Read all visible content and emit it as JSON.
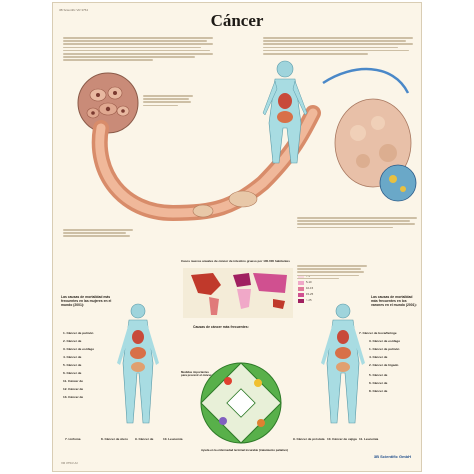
{
  "poster": {
    "code": "3B Scientific VR 3754",
    "title": "Cáncer",
    "map_heading": "Casos nuevos anuales de cáncer de intestino grueso por 100.000 habitantes",
    "map_ranges": [
      "< 5",
      "5-10",
      "10-15",
      "15-25",
      "> 25"
    ],
    "left_stats_heading": "Las causas de mortalidad más frecuentes en las mujeres en el mundo (2001):",
    "right_stats_heading": "Las causas de mortalidad más frecuentes en los varones en el mundo (2001):",
    "center_heading": "Causas de cáncer más frecuentes:",
    "measures_heading": "Medidas importantes para prevenir el cáncer",
    "support_heading": "Ayuda en la enfermedad terminal incurable (tratamiento paliativo)",
    "publisher": "3B Scientific GmbH",
    "bottom_code": "VR 3754 UU",
    "left_labels": [
      "1. Cáncer de pulmón",
      "2. Cáncer de",
      "3. Cáncer de esófago",
      "4. Cáncer de",
      "5. Cáncer de",
      "6. Cáncer de",
      "7. Linfoma",
      "8. Cáncer de útero",
      "9. Cáncer de",
      "10. Leucemia",
      "11. Cáncer de",
      "12. Cáncer de",
      "13. Cáncer de"
    ],
    "right_labels": [
      "7. Cáncer de boca/faringe",
      "3. Cáncer de esófago",
      "1. Cáncer de pulmón",
      "4. Cáncer de",
      "2. Cáncer de hígado",
      "5. Cáncer de",
      "6. Cáncer de",
      "8. Cáncer de",
      "9. Cáncer de próstata",
      "10. Cáncer de vejiga",
      "11. Leucemia"
    ]
  }
}
